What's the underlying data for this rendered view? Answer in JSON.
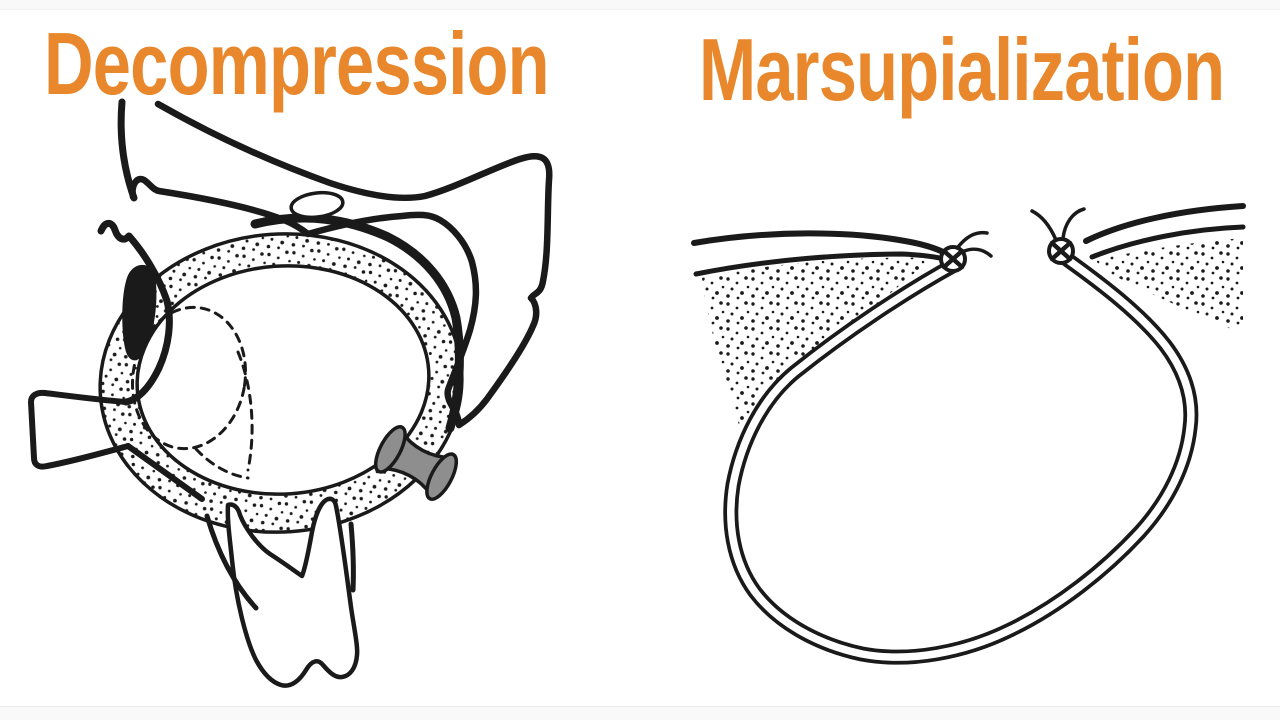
{
  "page": {
    "kind": "presentation-slide",
    "background": "#ffffff",
    "edge_band_color": "#f9f9fa"
  },
  "titles": {
    "left": "Decompression",
    "right": "Marsupialization"
  },
  "colors": {
    "title_orange": "#e8872b",
    "ink_black": "#1a1a1a",
    "stent_gray": "#8e8e8e",
    "paper_white": "#ffffff"
  },
  "figures": {
    "left": {
      "elements": [
        "maxilla-bone-outline",
        "nasal-floor-line",
        "incisive-canal-oval",
        "cyst-lining-stippled-ring",
        "unerupted-tooth-dashed-outline",
        "root-silhouette",
        "decompression-stent",
        "molar-tooth"
      ]
    },
    "right": {
      "elements": [
        "oral-mucosa-left",
        "oral-mucosa-right",
        "bone-stipple-left",
        "bone-stipple-right",
        "suture-knot-left",
        "suture-knot-right",
        "everted-cyst-pouch"
      ]
    }
  }
}
